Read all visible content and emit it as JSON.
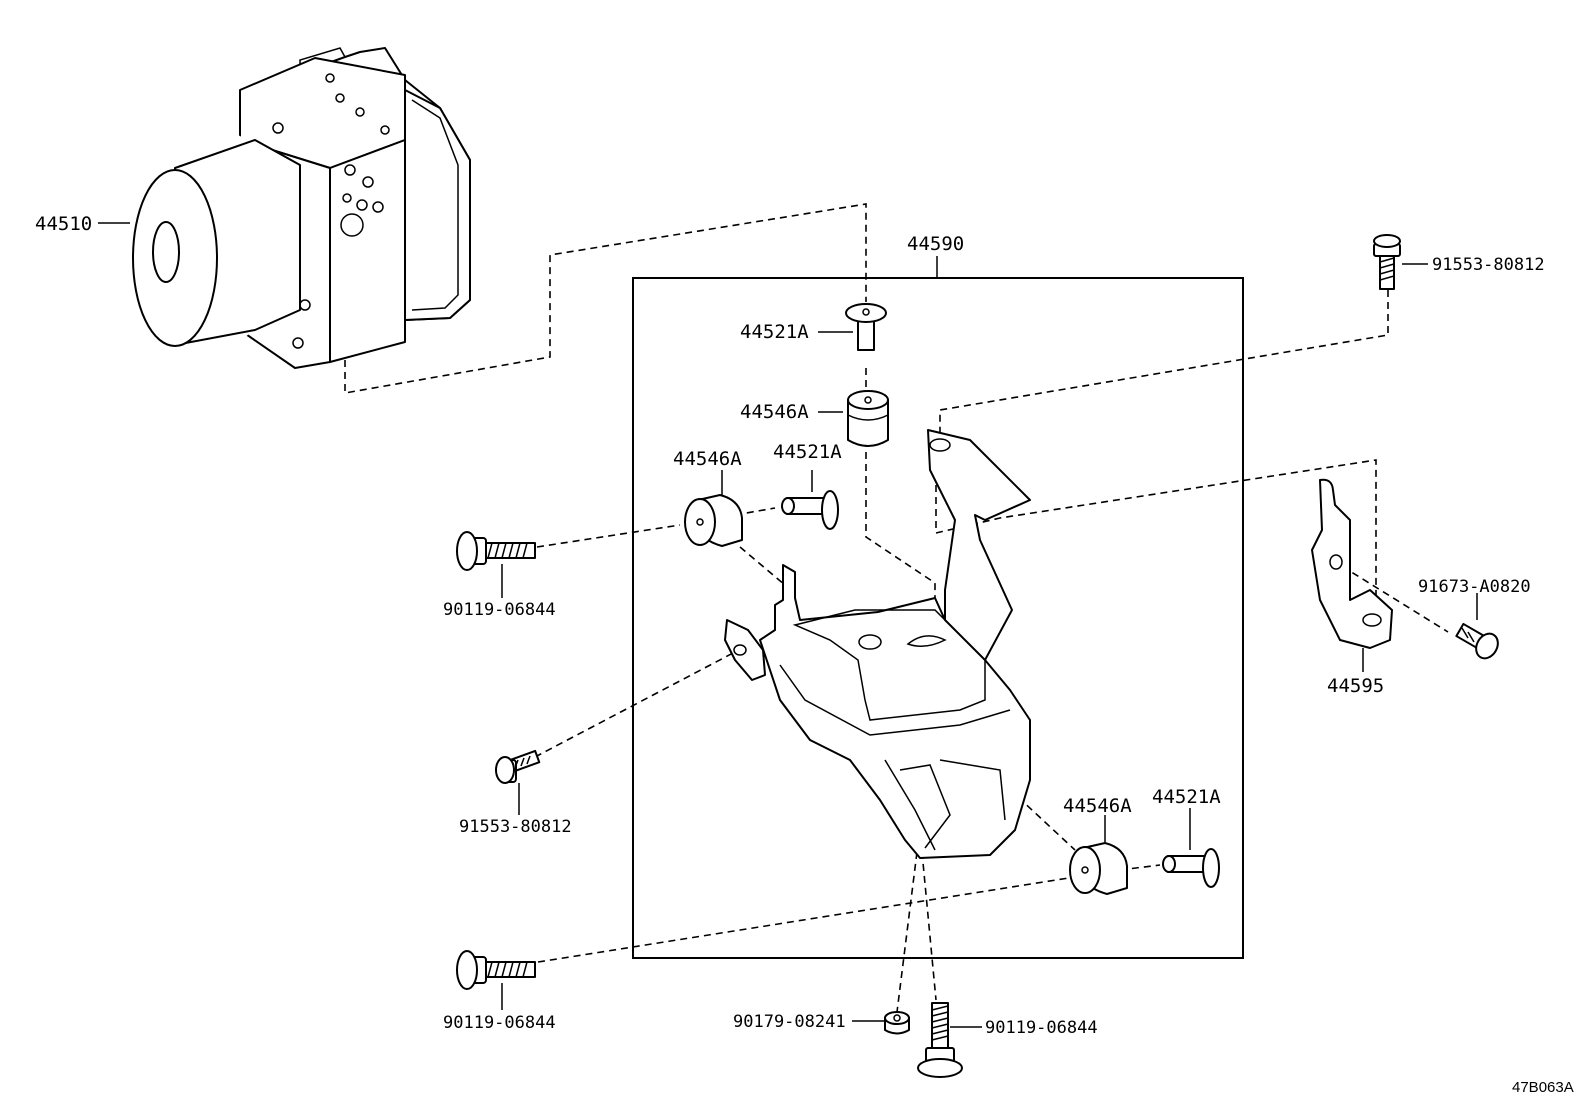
{
  "labels": {
    "actuator": "44510",
    "bracket_assy": "44590",
    "grommet_top": "44521A",
    "cushion_top": "44546A",
    "cushion_left": "44546A",
    "grommet_left": "44521A",
    "cushion_right": "44546A",
    "grommet_right": "44521A",
    "bolt_top_right": "91553-80812",
    "bolt_right": "91673-A0820",
    "bracket_small": "44595",
    "bolt_left_upper": "90119-06844",
    "bolt_left_mid": "91553-80812",
    "bolt_left_lower": "90119-06844",
    "nut_bottom": "90179-08241",
    "bolt_bottom": "90119-06844"
  },
  "figure_code": "47B063A"
}
